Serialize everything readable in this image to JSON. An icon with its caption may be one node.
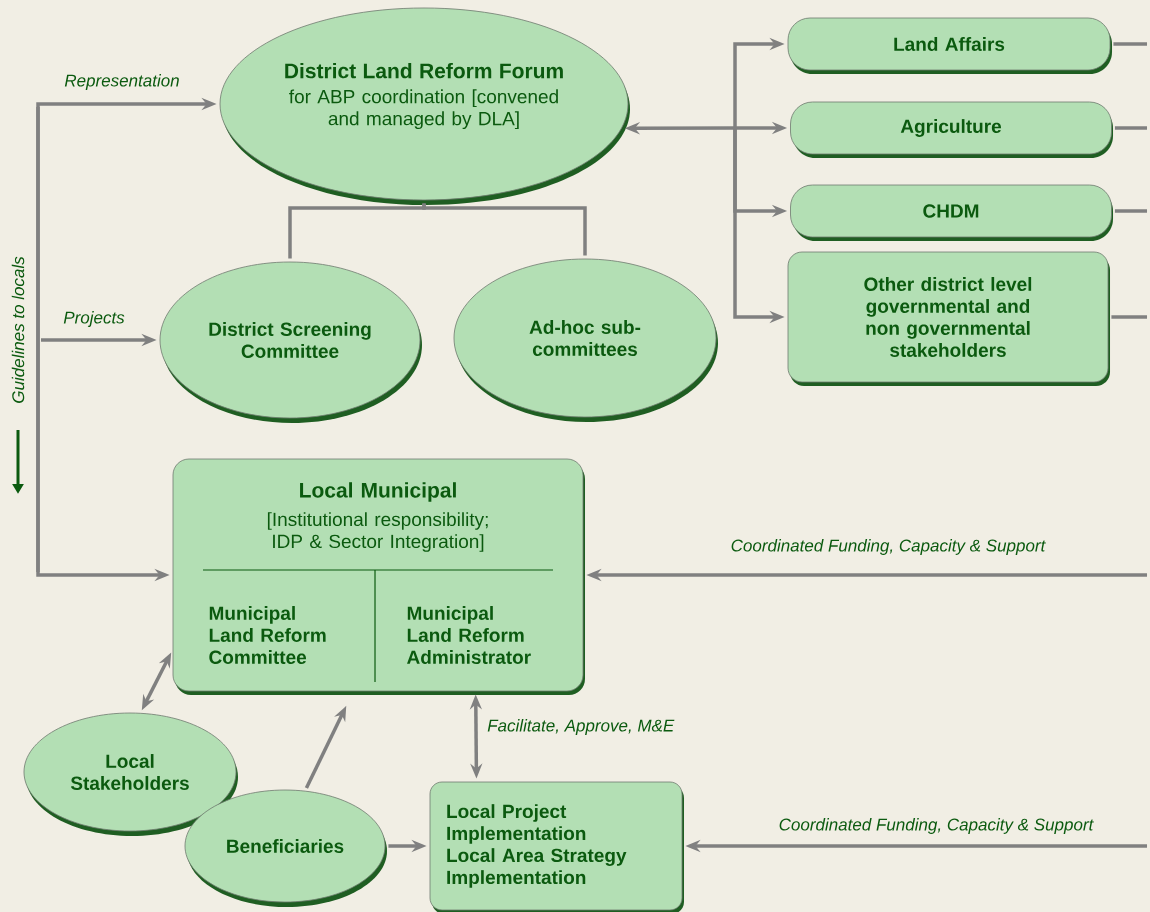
{
  "diagram": {
    "nodes": [
      {
        "text": [
          "District Land Reform Forum",
          "for ABP coordination [convened and managed by DLA]"
        ]
      },
      {
        "text": [
          "District Screening Committee"
        ]
      },
      {
        "text": [
          "Ad-hoc sub-committees"
        ]
      },
      {
        "text": [
          "Land Affairs"
        ]
      },
      {
        "text": [
          "Agriculture"
        ]
      },
      {
        "text": [
          "CHDM"
        ]
      },
      {
        "text": [
          "Other district level governmental and non governmental stakeholders"
        ]
      },
      {
        "text": [
          "Local Municipal",
          "[Institutional responsibility; IDP & Sector Integration]",
          "Municipal Land Reform Committee",
          "Municipal Land Reform Administrator"
        ]
      },
      {
        "text": [
          "Local Stakeholders"
        ]
      },
      {
        "text": [
          "Beneficiaries"
        ]
      },
      {
        "text": [
          "Local Project Implementation",
          "Local Area Strategy Implementation"
        ]
      }
    ],
    "edges": [
      {
        "from": null,
        "to": 0,
        "arrow": "to",
        "label": "Representation"
      },
      {
        "from": null,
        "to": 1,
        "arrow": "to",
        "label": "Projects"
      },
      {
        "from": null,
        "to": 7,
        "arrow": "to"
      },
      {
        "from": 0,
        "to": 1,
        "arrow": "none"
      },
      {
        "from": 0,
        "to": 2,
        "arrow": "none"
      },
      {
        "from": 0,
        "to": 3,
        "arrow": "both"
      },
      {
        "from": 0,
        "to": 4,
        "arrow": "both"
      },
      {
        "from": 0,
        "to": 5,
        "arrow": "both"
      },
      {
        "from": 0,
        "to": 6,
        "arrow": "both"
      },
      {
        "from": 3,
        "to": null,
        "arrow": "none"
      },
      {
        "from": 4,
        "to": null,
        "arrow": "none"
      },
      {
        "from": 5,
        "to": null,
        "arrow": "none"
      },
      {
        "from": 6,
        "to": null,
        "arrow": "none"
      },
      {
        "from": null,
        "to": 7,
        "arrow": "to",
        "label": "Coordinated Funding, Capacity & Support"
      },
      {
        "from": null,
        "to": 10,
        "arrow": "to",
        "label": "Coordinated Funding, Capacity & Support"
      },
      {
        "from": 8,
        "to": 7,
        "arrow": "both"
      },
      {
        "from": 9,
        "to": 7,
        "arrow": "to"
      },
      {
        "from": 9,
        "to": 10,
        "arrow": "to"
      },
      {
        "from": 7,
        "to": 10,
        "arrow": "both",
        "label": "Facilitate, Approve, M&E"
      }
    ],
    "labels": [
      "Guidelines to locals"
    ]
  }
}
